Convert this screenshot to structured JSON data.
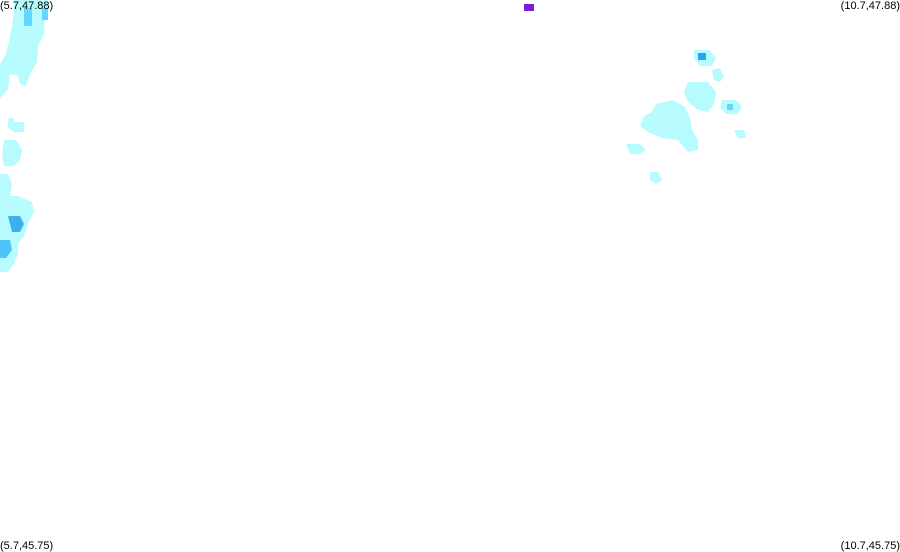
{
  "corners": {
    "top_left": "(5.7,47.88)",
    "top_right": "(10.7,47.88)",
    "bottom_left": "(5.7,45.75)",
    "bottom_right": "(10.7,45.75)"
  },
  "legend_colors": {
    "light": "#b8fbff",
    "medium": "#66d6ff",
    "strong": "#22a5f5",
    "intense": "#7a1fd8"
  }
}
